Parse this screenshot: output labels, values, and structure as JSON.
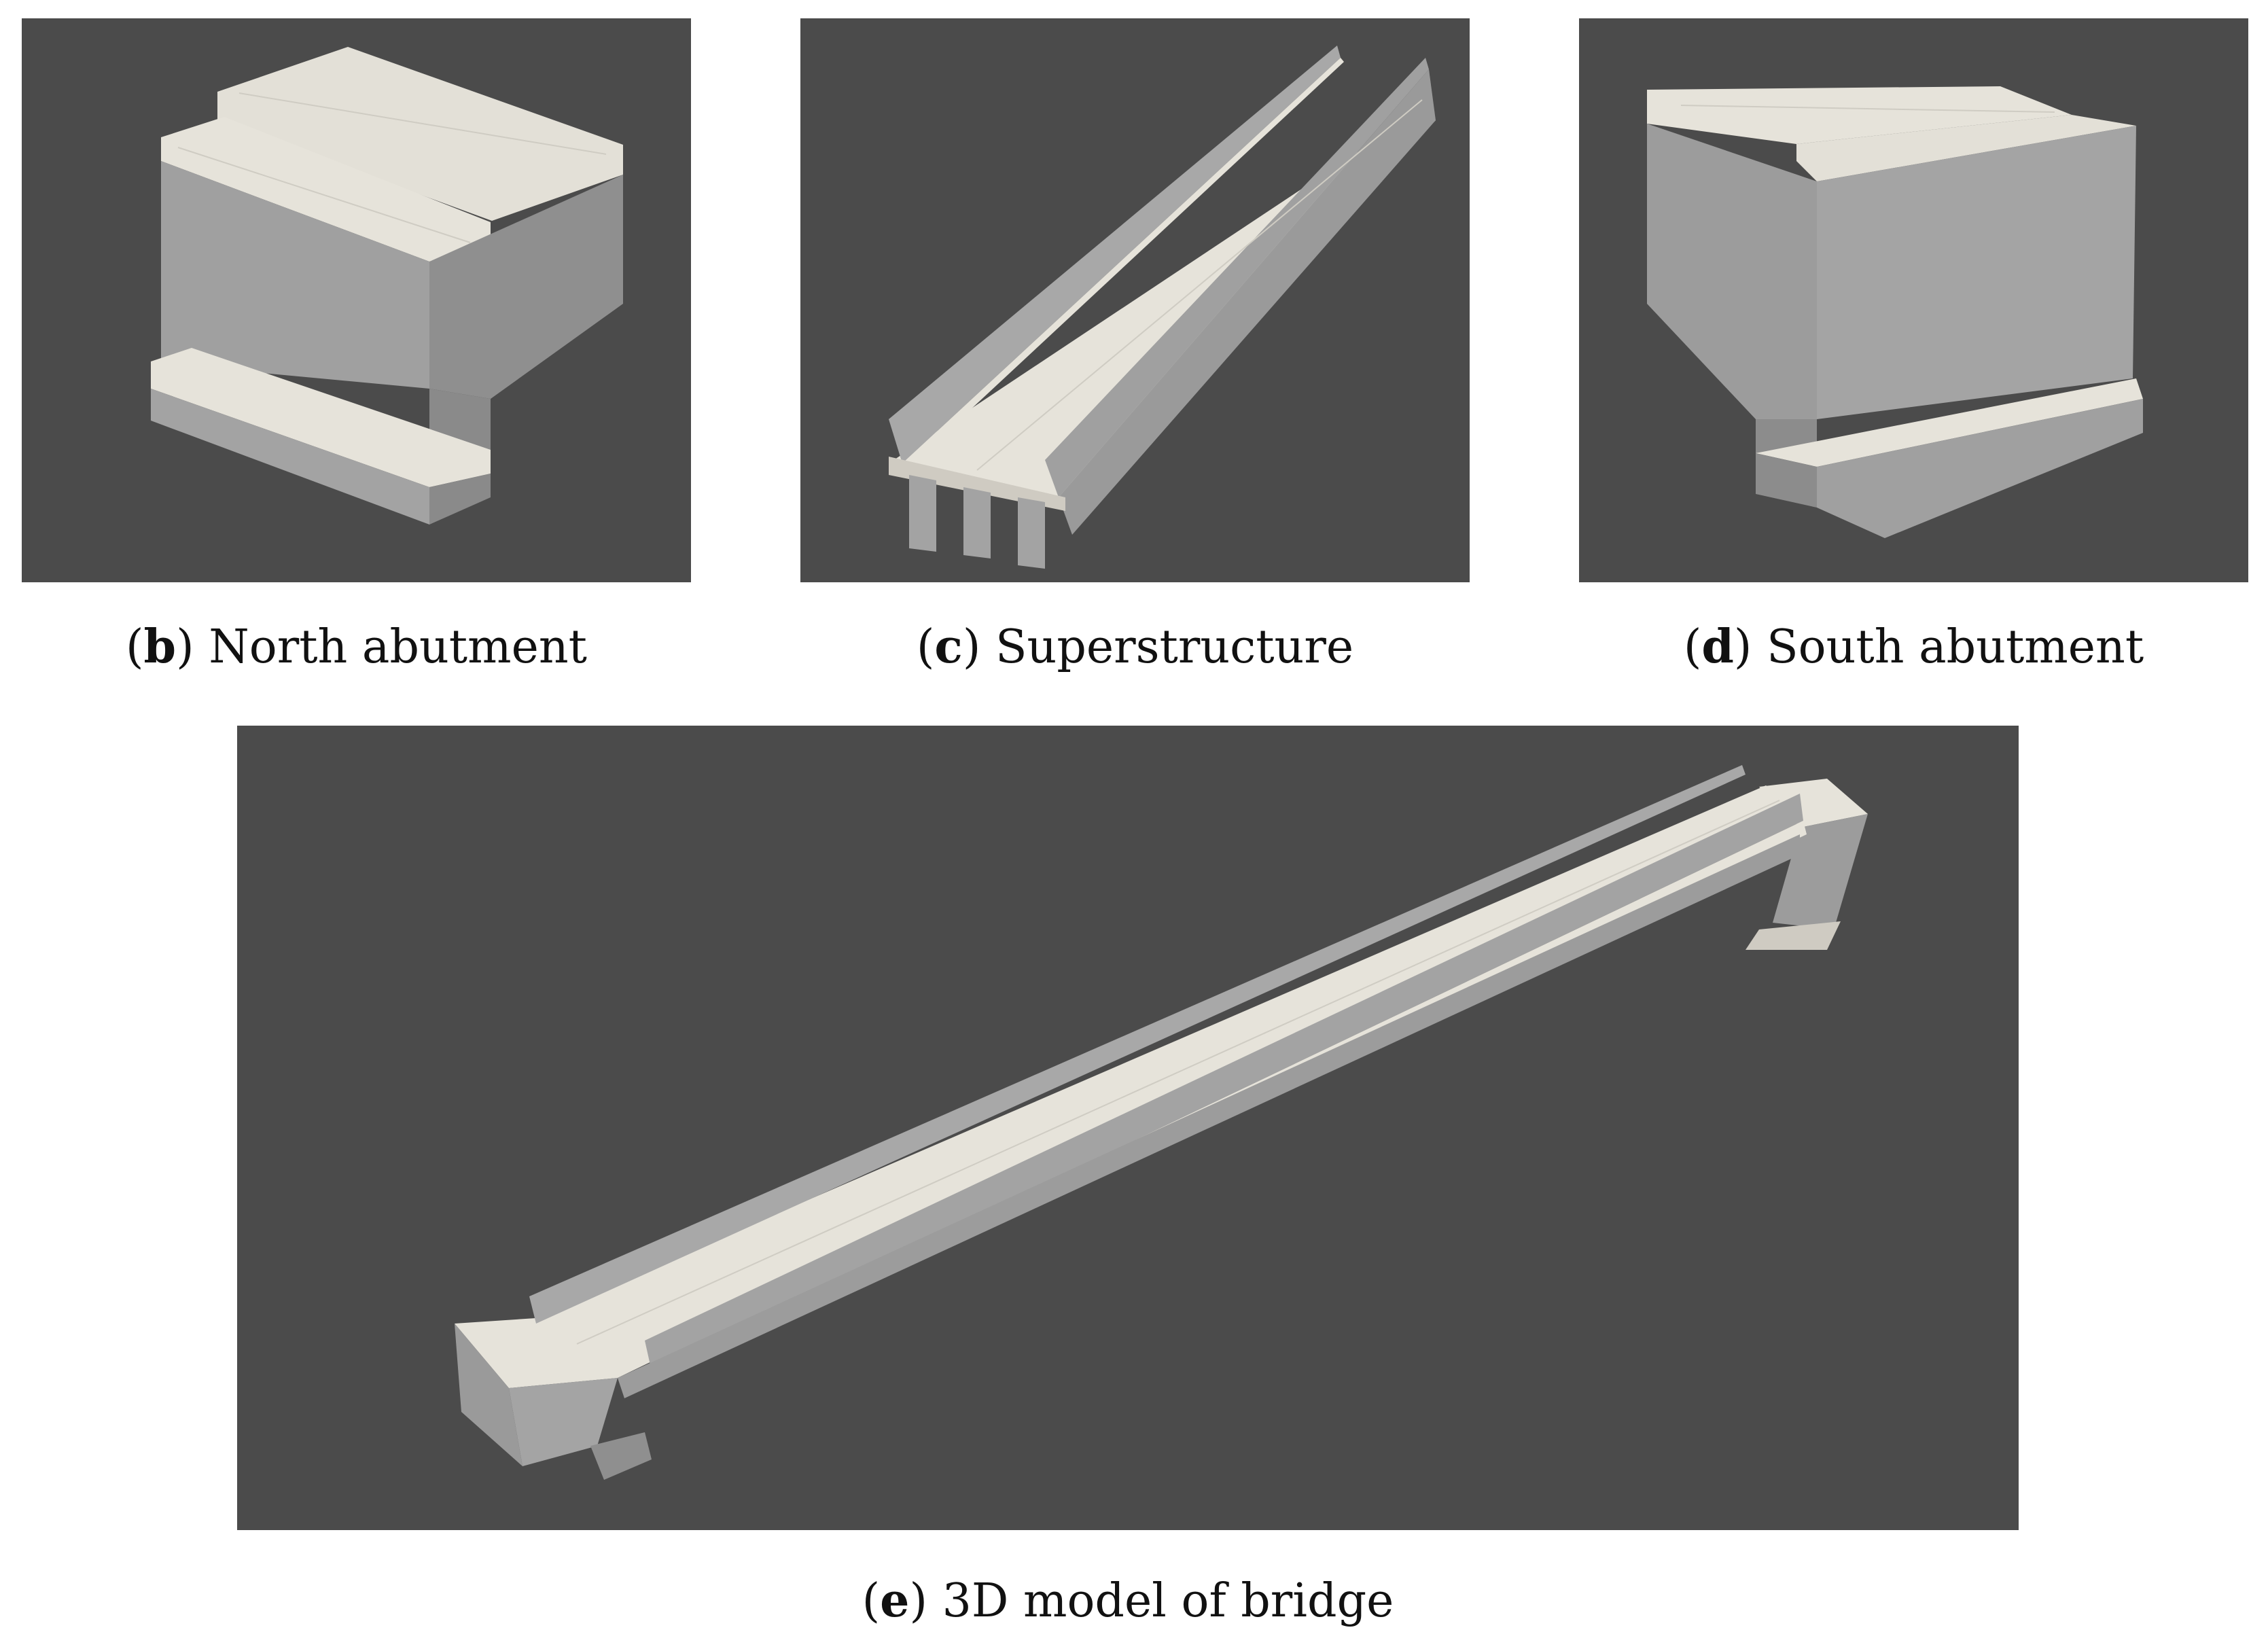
{
  "panels": [
    {
      "id": "b",
      "letter": "b",
      "caption": "North abutment"
    },
    {
      "id": "c",
      "letter": "c",
      "caption": "Superstructure"
    },
    {
      "id": "d",
      "letter": "d",
      "caption": "South abutment"
    },
    {
      "id": "e",
      "letter": "e",
      "caption": "3D model of bridge"
    }
  ],
  "colors": {
    "background": "#4b4b4b",
    "top_face": "#e6e3da",
    "side_face": "#9b9b9b",
    "dark_face": "#858585"
  }
}
